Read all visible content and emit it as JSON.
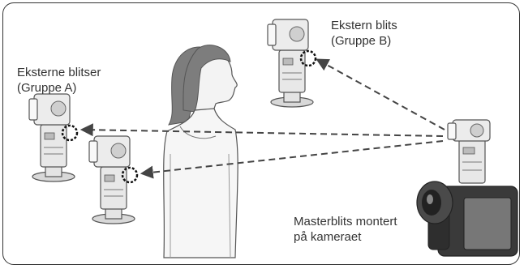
{
  "labels": {
    "group_a": {
      "line1": "Eksterne blitser",
      "line2": "(Gruppe A)"
    },
    "group_b": {
      "line1": "Ekstern blits",
      "line2": "(Gruppe B)"
    },
    "master": {
      "line1": "Masterblits montert",
      "line2": "på kameraet"
    }
  },
  "colors": {
    "flash_body": "#e8e8e8",
    "flash_outline": "#555555",
    "arrow": "#444444",
    "hair": "#7d7d7d",
    "skin": "#f3f3f3",
    "sensor_ring": "#111111"
  },
  "icons": [
    "remote-flash-icon",
    "camera-icon",
    "person-icon",
    "sensor-ring-icon"
  ]
}
